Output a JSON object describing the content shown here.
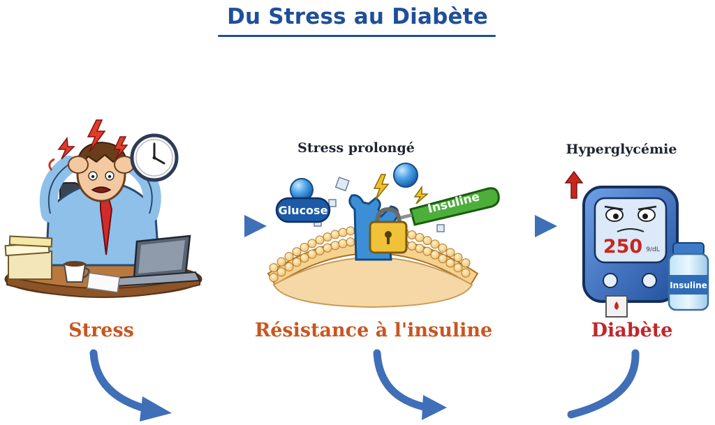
{
  "title": "Du Stress au Diabète",
  "stages": [
    {
      "label": "Stress",
      "color": "#c8561f"
    },
    {
      "label": "Résistance à l'insuline",
      "sublabel": "Stress prolongé",
      "color": "#c8561f"
    },
    {
      "label": "Diabète",
      "sublabel": "Hyperglycémie",
      "color": "#c1262b"
    }
  ],
  "molecules": {
    "glucose": "Glucose",
    "insulin": "Insuline"
  },
  "meter": {
    "reading": "250",
    "unit": "9/dL"
  },
  "vial": {
    "label": "Insuline"
  },
  "colors": {
    "arrow": "#3f6fb7",
    "title": "#1f4f9a"
  }
}
